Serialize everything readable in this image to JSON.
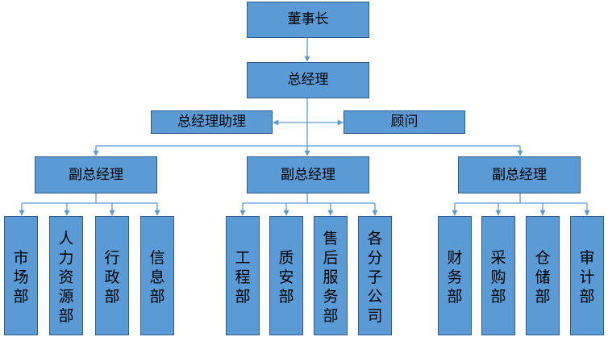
{
  "colors": {
    "box_fill": "#5b9bd5",
    "box_border": "#2f5d8a",
    "connector": "#5b9bd5",
    "text": "#000000"
  },
  "chairman": "董事长",
  "general_manager": "总经理",
  "gm_assistant": "总经理助理",
  "advisor": "顾问",
  "vice_gms": [
    {
      "title": "副总经理",
      "departments": [
        "市场部",
        "人力资源部",
        "行政部",
        "信息部"
      ]
    },
    {
      "title": "副总经理",
      "departments": [
        "工程部",
        "质安部",
        "售后服务部",
        "各分子公司"
      ]
    },
    {
      "title": "副总经理",
      "departments": [
        "财务部",
        "采购部",
        "仓储部",
        "审计部"
      ]
    }
  ]
}
